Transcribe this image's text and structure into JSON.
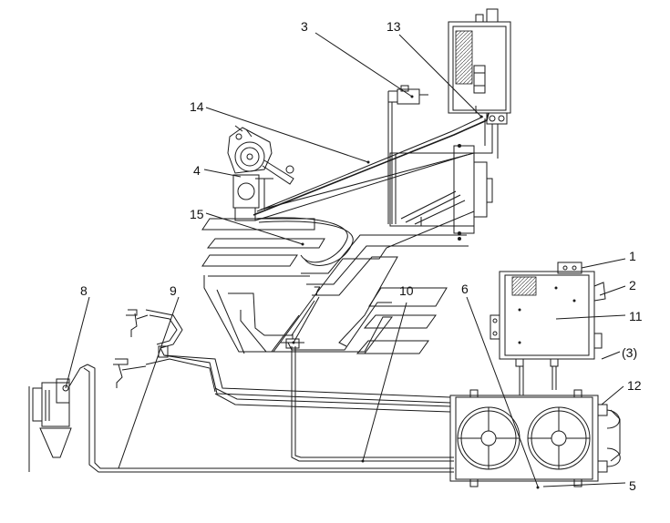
{
  "diagram": {
    "callouts": [
      {
        "id": "c1",
        "label": "1"
      },
      {
        "id": "c2",
        "label": "2"
      },
      {
        "id": "c3",
        "label": "3"
      },
      {
        "id": "c3b",
        "label": "(3)"
      },
      {
        "id": "c4",
        "label": "4"
      },
      {
        "id": "c5",
        "label": "5"
      },
      {
        "id": "c6",
        "label": "6"
      },
      {
        "id": "c7",
        "label": "7"
      },
      {
        "id": "c8",
        "label": "8"
      },
      {
        "id": "c9",
        "label": "9"
      },
      {
        "id": "c10",
        "label": "10"
      },
      {
        "id": "c11",
        "label": "11"
      },
      {
        "id": "c12",
        "label": "12"
      },
      {
        "id": "c13",
        "label": "13"
      },
      {
        "id": "c14",
        "label": "14"
      },
      {
        "id": "c15",
        "label": "15"
      }
    ]
  }
}
